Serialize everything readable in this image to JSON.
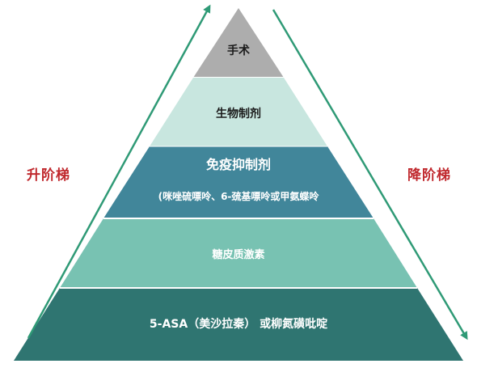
{
  "left_label": "升阶梯",
  "right_label": "降阶梯",
  "levels": [
    {
      "label": "手术",
      "sub": "",
      "fill": "#adadad"
    },
    {
      "label": "生物制剂",
      "sub": "",
      "fill": "#c8e6df"
    },
    {
      "label": "免疫抑制剂",
      "sub": "(咪唑硫嘌呤、6-巯基嘌呤或甲氨蝶呤",
      "fill": "#41869a"
    },
    {
      "label": "糖皮质激素",
      "sub": "",
      "fill": "#78c2b2"
    },
    {
      "label": "5-ASA（美沙拉秦） 或柳氮磺吡啶",
      "sub": "",
      "fill": "#2f7571"
    }
  ],
  "arrow_color": "#2f9a76"
}
